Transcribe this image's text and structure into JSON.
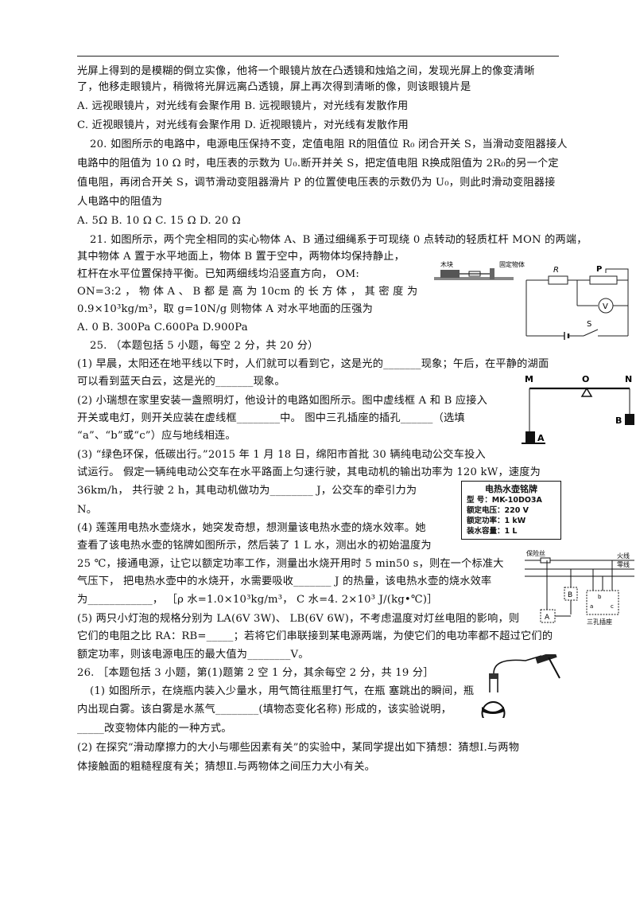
{
  "lines": [
    "光屏上得到的是模糊的倒立实像，他将一个眼镜片放在凸透镜和烛焰之间，发现光屏上的像变清晰",
    "了，他移走眼镜片，稍微将光屏远离凸透镜，屏上再次得到清晰的像，则该眼镜片是",
    "A.  远视眼镜片，对光线有会聚作用        B.  远视眼镜片，对光线有发散作用",
    "C.  近视眼镜片，对光线有会聚作用        D.  近视眼镜片，对光线有发散作用",
    "20.  如图所示的电路中，电源电压保持不变，定值电阻 R的阻值位 R₀ 闭合开关 S，当滑动变阻器接人",
    "电路中的阻值为 10  Ω 时，电压表的示数为 U₀.断开并关 S，把定值电阻 R换成阻值为 2R₀的另一个定",
    "值电阻，再闭合开关 S，调节滑动变阻器滑片  P 的位置使电压表的示数仍为 U₀，则此时滑动变阻器接",
    "人电路中的阻值为",
    "A.  5Ω       B.  10  Ω      C.  15  Ω       D.  20  Ω",
    "21.  如图所示，两个完全相同的实心物体  A、B 通过细绳系于可现绕  0 点转动的轻质杠杆 MON 的两端，",
    "其中物体 A 置于水平地面上，物体 B 置于空中，两物体均保持静止，",
    "杠杆在水平位置保持平衡。已知两细线均沿竖直方向，    OM:",
    "ON=3:2 ，  物  体   A 、 B  都  是 高 为  10cm 的 长 方 体 ， 其 密 度 为",
    "0.9×10³kg/m³，取 g=10N/g  则物体 A 对水平地面的压强为",
    "A.  0                    B.  300Pa                  C.600Pa                   D.900Pa",
    "25.  （本题包括 5 小题，每空 2 分，共 20 分）",
    "(1) 早晨，太阳还在地平线以下时，人们就可以看到它，这是光的_______现象；午后，在平静的湖面",
    "可以看到蓝天白云，这是光的_______现象。",
    "(2) 小瑞想在家里安装一盏照明灯，他设计的电路如图所示。图中虚线框 A 和 B 应接入",
    "开关或电灯，则开关应装在虚线框________中。   图中三孔插座的插孔______（选填",
    "“a”、“b”或“c”）应与地线相连。",
    "(3)    “绿色环保，低碳出行。”2015 年 1 月 18 日，绵阳市首批 30 辆纯电动公交车投入",
    "试运行。  假定一辆纯电动公交车在水平路面上匀速行驶，其电动机的输出功率为 120  kW，速度为",
    "36km/h，  共行驶 2  h，其电动机做功为________  J，公交车的牵引力为",
    "N。",
    "(4) 莲莲用电热水壶烧水，她突发奇想，想测量该电热水壶的烧水效率。她",
    "查看了该电热水壶的铭牌如图所示，然后装了 1  L 水，测出水的初始温度为",
    "25  ℃，接通电源，让它以额定功率工作，测量出水烧开用时 5  min50  s，则在一个标准大",
    "气压下，  把电热水壶中的水烧开，水需要吸收_______  J 的热量，该电热水壶的烧水效率",
    "为____________，  ［ρ 水=1.0×10³kg/m³，  C 水=4.  2×10³  J/(kg•℃)］",
    "(5) 两只小灯泡的规格分别为 LA(6V  3W)、   LB(6V   6W)，不考虑温度对灯丝电阻的影响，则",
    "它们的电阻之比  RA：RB=_____；若将它们串联接到某电源两端，为使它们的电功率都不超过它们的",
    "额定功率，则该电源电压的最大值为________V。",
    "26.  ［本题包括 3 小题，第(1)题第 2 空 1 分，其余每空 2 分，共 19 分］",
    "(1) 如图所示，在烧瓶内装入少量水，用气筒往瓶里打气，在瓶 塞跳出的瞬间，瓶",
    "内出现白雾。该白雾是水蒸气________(填物态变化名称) 形成的，该实验说明，",
    "  _____改变物体内能的一种方式。",
    "(2) 在探究“滑动摩擦力的大小与哪些因素有关”的实验中，某同学提出如下猜想：猜想Ⅰ.与两物",
    "体接触面的粗糙程度有关；猜想Ⅱ.与两物体之间压力大小有关。"
  ],
  "circuit": {
    "block": "木块",
    "fixed": "固定物体",
    "r": "R",
    "p": "P",
    "v": "V",
    "s": "S"
  },
  "lever": {
    "m": "M",
    "o": "O",
    "n": "N",
    "a": "A",
    "b": "B"
  },
  "nameplate": {
    "title": "电热水壶铭牌",
    "rows": [
      "型     号：MK-10DO3A",
      "额定电压：220 V",
      "额定功率：1 kW",
      "装水容量：1 L"
    ]
  },
  "house": {
    "fuse": "保险丝",
    "live": "火线",
    "neutral": "零线",
    "a": "A",
    "b": "B",
    "socket": "三孔插座",
    "sa": "a",
    "sb": "b",
    "sc": "c"
  }
}
